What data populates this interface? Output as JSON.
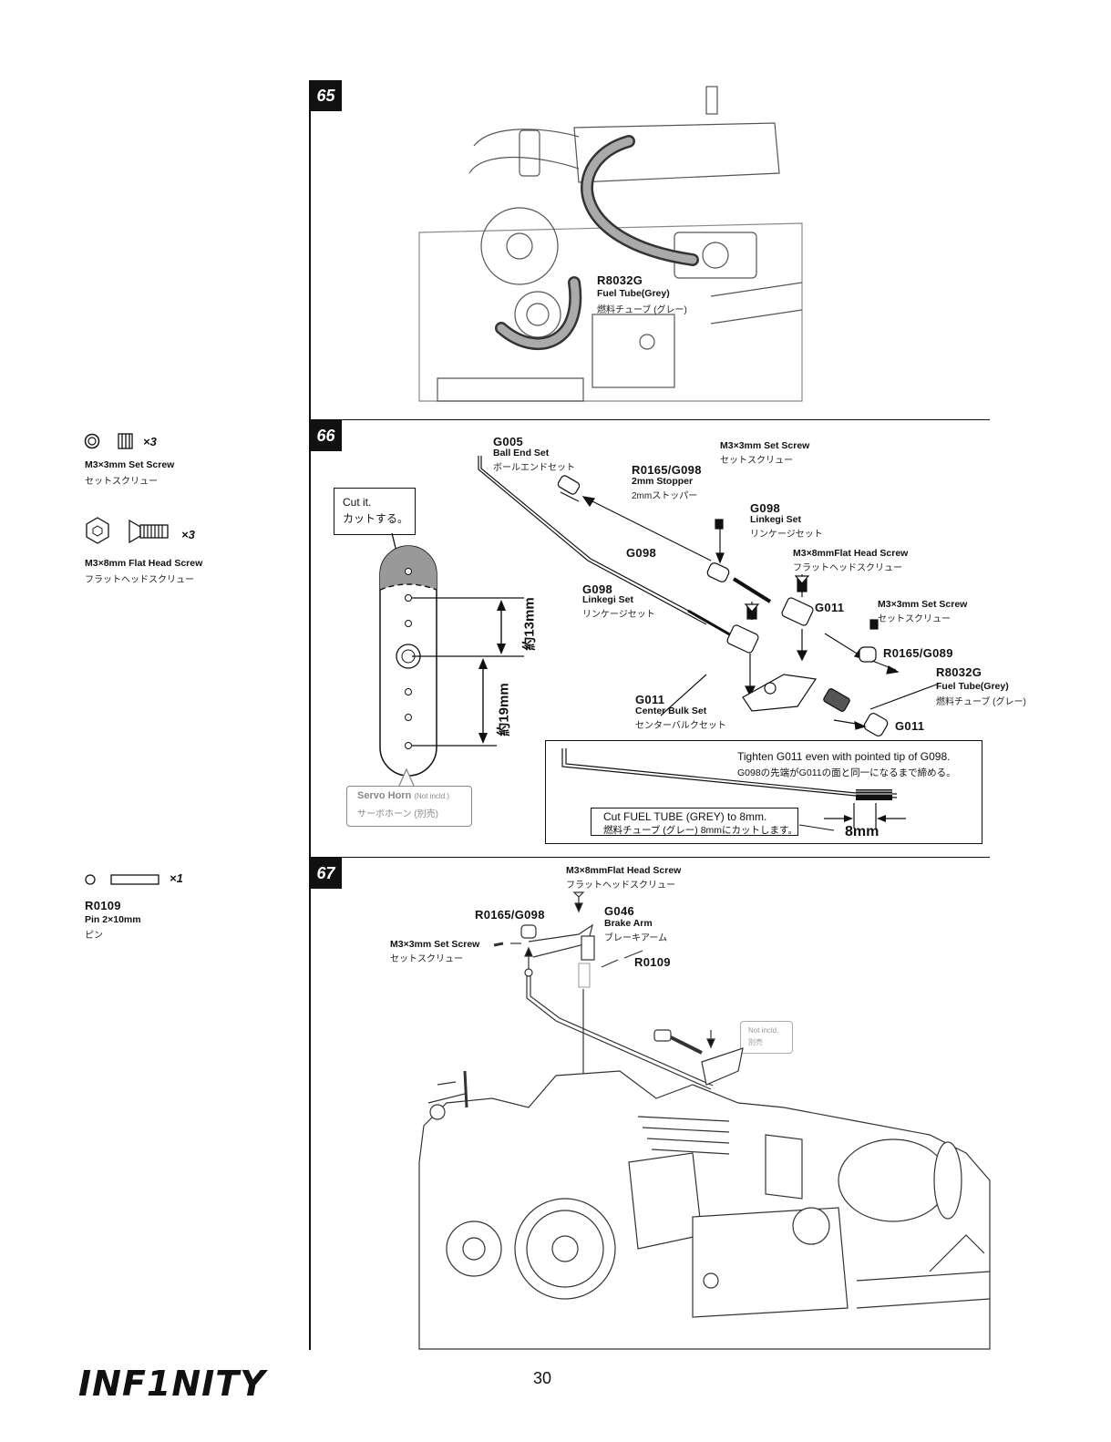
{
  "steps": [
    "65",
    "66",
    "67"
  ],
  "step65": {
    "code": "R8032G",
    "name": "Fuel Tube(Grey)",
    "name_jp": "燃料チューブ (グレー)"
  },
  "sidebar": {
    "item1": {
      "qty": "×3",
      "name": "M3×3mm Set Screw",
      "name_jp": "セットスクリュー"
    },
    "item2": {
      "qty": "×3",
      "name": "M3×8mm Flat Head Screw",
      "name_jp": "フラットヘッドスクリュー"
    },
    "item3": {
      "qty": "×1",
      "code": "R0109",
      "name": "Pin 2×10mm",
      "name_jp": "ピン"
    }
  },
  "step66": {
    "cut_note": "Cut it.",
    "cut_note_jp": "カットする。",
    "dim_13": "約13mm",
    "dim_19": "約19mm",
    "servo_horn": "Servo Horn",
    "not_incl": "(Not incld.)",
    "servo_horn_jp": "サーボホーン (別売)",
    "g005": "G005",
    "g005_name": "Ball End Set",
    "g005_jp": "ボールエンドセット",
    "r0165_g098": "R0165/G098",
    "stopper_name": "2mm Stopper",
    "stopper_jp": "2mmストッパー",
    "setscrew_a": "M3×3mm Set Screw",
    "setscrew_a_jp": "セットスクリュー",
    "g098_a": "G098",
    "linkage_a": "Linkegi Set",
    "linkage_a_jp": "リンケージセット",
    "g098_b": "G098",
    "flathead": "M3×8mmFlat Head Screw",
    "flathead_jp": "フラットヘッドスクリュー",
    "g098_c": "G098",
    "linkage_c": "Linkegi Set",
    "linkage_c_jp": "リンケージセット",
    "g011_a": "G011",
    "setscrew_b": "M3×3mm Set Screw",
    "setscrew_b_jp": "セットスクリュー",
    "r0165_g089": "R0165/G089",
    "r8032g": "R8032G",
    "fuel_tube": "Fuel Tube(Grey)",
    "fuel_tube_jp": "燃料チューブ (グレー)",
    "g011_b": "G011",
    "center_bulk": "Center Bulk Set",
    "center_bulk_jp": "センターバルクセット",
    "g011_c": "G011",
    "tighten": "Tighten G011 even with pointed tip of G098.",
    "tighten_jp": "G098の先端がG011の面と同一になるまで締める。",
    "cut_fuel": "Cut FUEL TUBE (GREY) to 8mm.",
    "cut_fuel_jp": "燃料チューブ (グレー) 8mmにカットします。",
    "dim_8": "8mm"
  },
  "step67": {
    "flathead": "M3×8mmFlat Head Screw",
    "flathead_jp": "フラットヘッドスクリュー",
    "r0165_g098": "R0165/G098",
    "g046": "G046",
    "brake_arm": "Brake Arm",
    "brake_arm_jp": "ブレーキアーム",
    "setscrew": "M3×3mm Set Screw",
    "setscrew_jp": "セットスクリュー",
    "r0109": "R0109",
    "not_incl": "Not incld.",
    "not_incl_jp": "別売"
  },
  "footer": {
    "page": "30",
    "brand": "INF1NITY"
  }
}
